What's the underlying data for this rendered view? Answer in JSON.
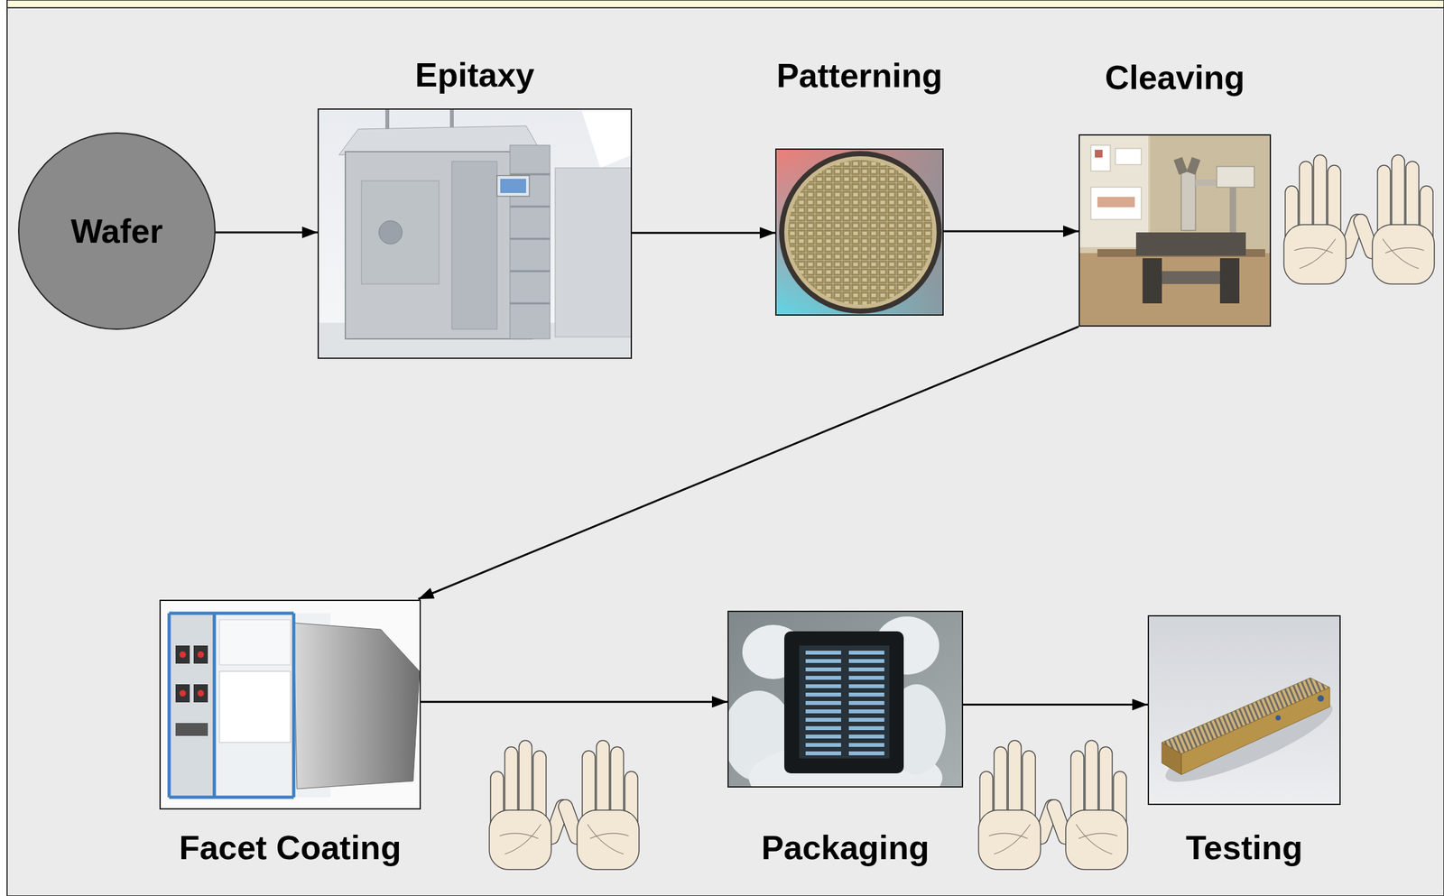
{
  "diagram": {
    "nodes": [
      {
        "text": [
          "Wafer"
        ]
      },
      {
        "text": [
          "Epitaxy"
        ]
      },
      {
        "text": [
          "Patterning"
        ]
      },
      {
        "text": [
          "Cleaving"
        ]
      },
      {
        "text": [
          "Facet Coating"
        ]
      },
      {
        "text": [
          "Packaging"
        ]
      },
      {
        "text": [
          "Testing"
        ]
      }
    ],
    "edges": [
      {
        "from": 0,
        "to": 1,
        "arrow": "to"
      },
      {
        "from": 1,
        "to": 2,
        "arrow": "to"
      },
      {
        "from": 2,
        "to": 3,
        "arrow": "to"
      },
      {
        "from": 3,
        "to": 4,
        "arrow": "to"
      },
      {
        "from": 4,
        "to": 5,
        "arrow": "to"
      },
      {
        "from": 5,
        "to": 6,
        "arrow": "to"
      }
    ]
  }
}
